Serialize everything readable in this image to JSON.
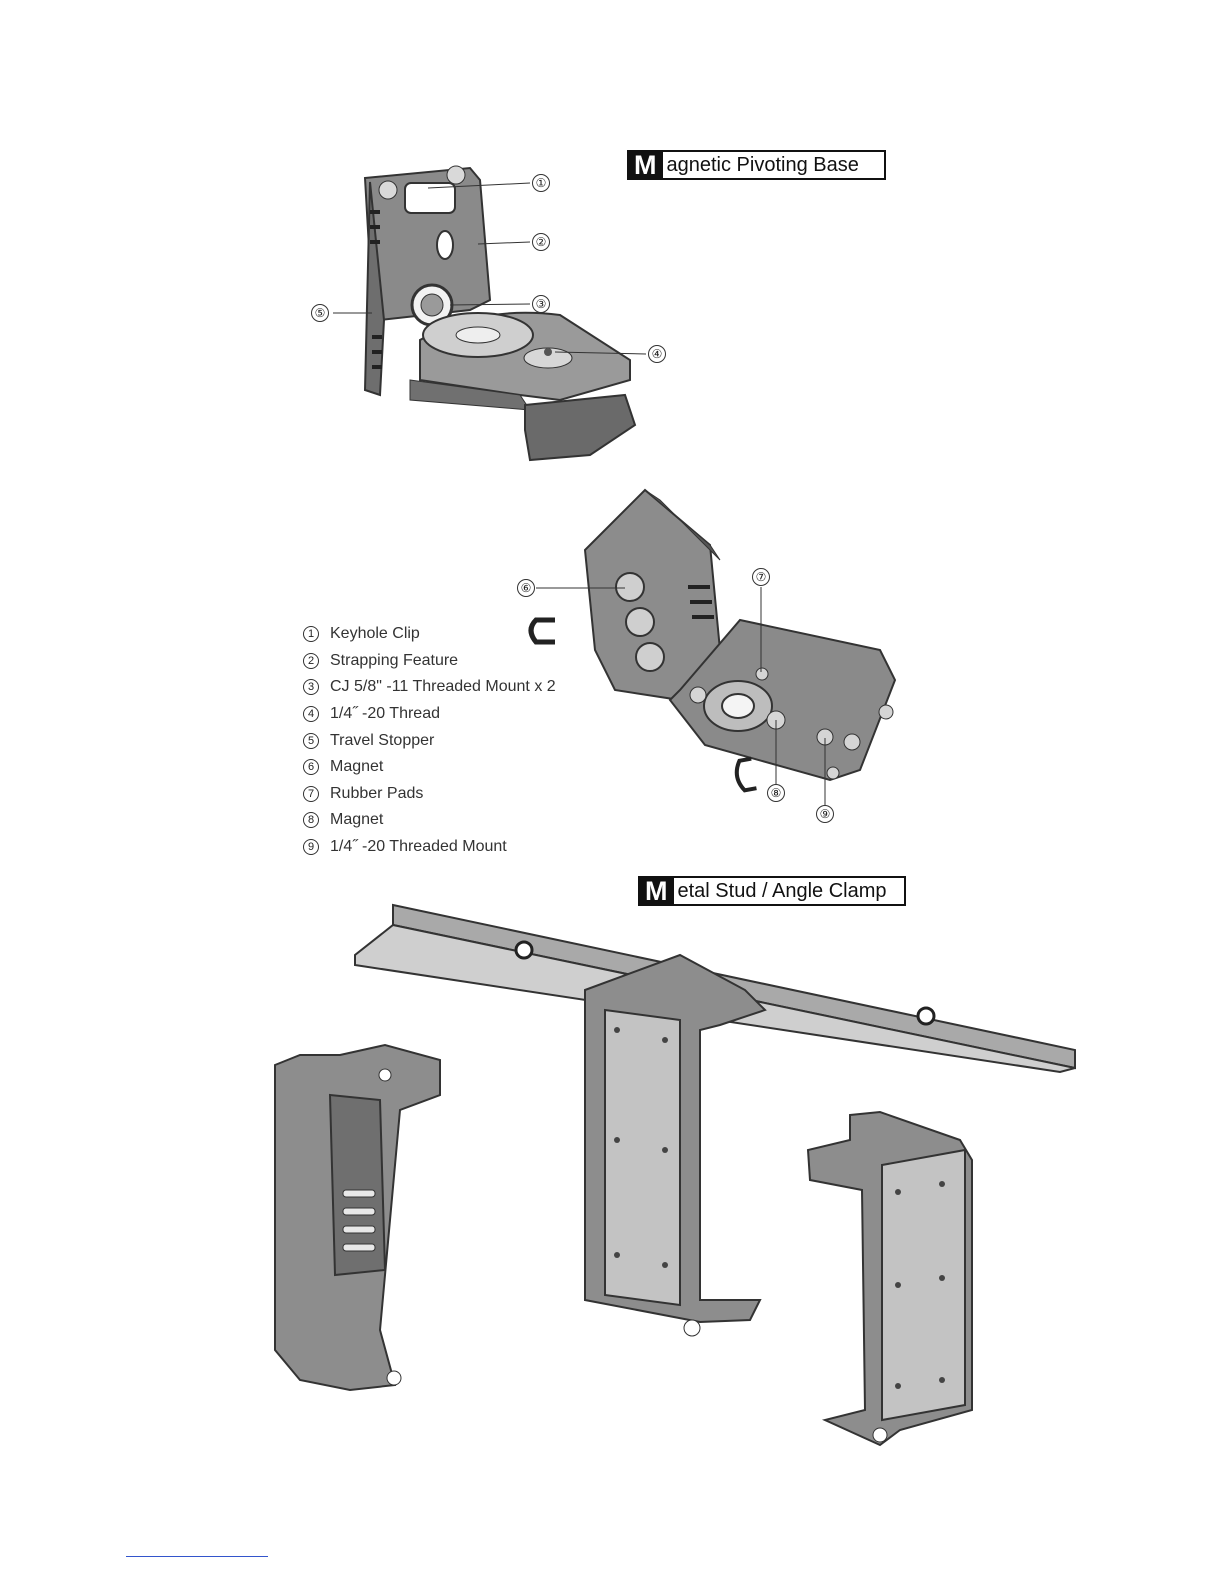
{
  "headings": {
    "pivoting_base": {
      "initial": "M",
      "rest": "agnetic Pivoting Base"
    },
    "stud_clamp": {
      "initial": "M",
      "rest": "etal Stud / Angle Clamp"
    }
  },
  "callouts": [
    "①",
    "②",
    "③",
    "④",
    "⑤",
    "⑥",
    "⑦",
    "⑧",
    "⑨"
  ],
  "legend": [
    {
      "num": "1",
      "label": "Keyhole Clip"
    },
    {
      "num": "2",
      "label": "Strapping Feature"
    },
    {
      "num": "3",
      "label": "CJ 5/8\" -11 Threaded Mount x 2"
    },
    {
      "num": "4",
      "label": "1/4˝ -20 Thread"
    },
    {
      "num": "5",
      "label": "Travel Stopper"
    },
    {
      "num": "6",
      "label": "Magnet"
    },
    {
      "num": "7",
      "label": "Rubber Pads"
    },
    {
      "num": "8",
      "label": "Magnet"
    },
    {
      "num": "9",
      "label": "1/4˝ -20 Threaded Mount"
    }
  ]
}
